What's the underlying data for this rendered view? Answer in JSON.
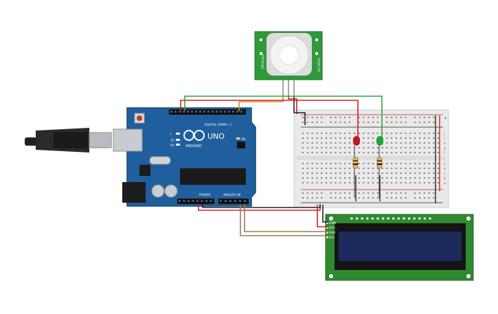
{
  "arduino": {
    "logo": "UNO",
    "brand": "ARDUINO",
    "digital_label": "DIGITAL (PWM ~)",
    "power_label": "POWER",
    "analog_label": "ANALOG IN",
    "on_label": "ON",
    "tx_label": "TX",
    "rx_label": "RX",
    "l_label": "L"
  },
  "pir": {
    "label_left": "PIR Sensor",
    "label_right": "HC-SR501"
  },
  "lcd": {
    "pins": [
      "GND",
      "VCC",
      "SDA",
      "SCL"
    ]
  },
  "breadboard": {
    "plus": "+",
    "minus": "-",
    "row_letters_top": [
      "j",
      "i",
      "h",
      "g",
      "f"
    ],
    "row_letters_bottom": [
      "e",
      "d",
      "c",
      "b",
      "a"
    ]
  },
  "colors": {
    "board": "#1f5f9e",
    "wire_red": "#d32020",
    "wire_green": "#2fa53a",
    "wire_orange": "#e08a1a",
    "wire_brown": "#9a7a5a",
    "wire_black": "#222222",
    "led_red": "#c0181c",
    "led_green": "#1fa23a",
    "lcd_pcb": "#2f8a2f",
    "lcd_screen": "#1c2a5e"
  }
}
